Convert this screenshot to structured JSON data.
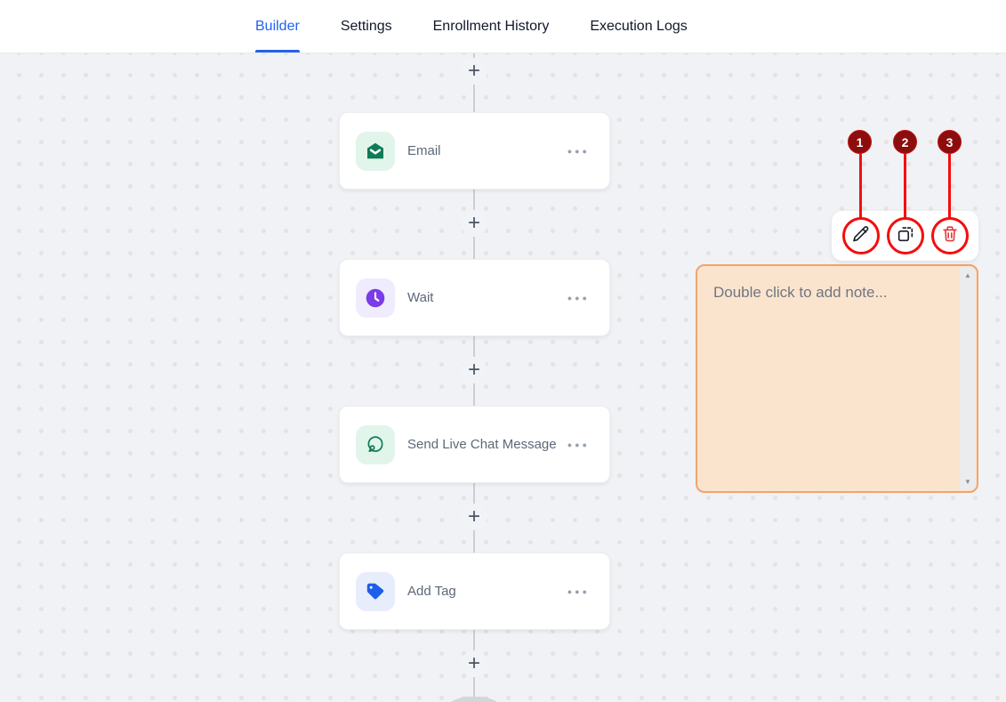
{
  "header": {
    "tabs": [
      {
        "label": "Builder",
        "active": true
      },
      {
        "label": "Settings",
        "active": false
      },
      {
        "label": "Enrollment History",
        "active": false
      },
      {
        "label": "Execution Logs",
        "active": false
      }
    ],
    "active_color": "#2463EB"
  },
  "workflow": {
    "add_step_glyph": "+",
    "nodes": [
      {
        "label": "Email",
        "icon": "email-envelope-icon",
        "icon_bg": "#E1F5EB",
        "icon_color": "#0F7B57",
        "menu_glyph": "●●●"
      },
      {
        "label": "Wait",
        "icon": "clock-icon",
        "icon_bg": "#EFECFD",
        "icon_color": "#7B3BEA",
        "menu_glyph": "●●●"
      },
      {
        "label": "Send Live Chat Message",
        "icon": "live-chat-icon",
        "icon_bg": "#E1F5EB",
        "icon_color": "#0F7B57",
        "menu_glyph": "●●●"
      },
      {
        "label": "Add Tag",
        "icon": "tag-icon",
        "icon_bg": "#E7EDFB",
        "icon_color": "#1F5EEA",
        "menu_glyph": "●●●"
      }
    ]
  },
  "note": {
    "placeholder": "Double click to add note...",
    "bg_color": "#FBE4CE",
    "border_color": "#F1A46E",
    "scroll_up_glyph": "▲",
    "scroll_down_glyph": "▼"
  },
  "toolbar": {
    "buttons": [
      {
        "name": "edit",
        "icon": "pencil-icon",
        "color": "#1B202B"
      },
      {
        "name": "duplicate",
        "icon": "duplicate-icon",
        "color": "#1B202B"
      },
      {
        "name": "delete",
        "icon": "trash-icon",
        "color": "#E23B3B"
      }
    ]
  },
  "annotations": {
    "circle_color": "#F50D0D",
    "badge_color": "#8C0D0D",
    "marks": [
      {
        "number": "1"
      },
      {
        "number": "2"
      },
      {
        "number": "3"
      }
    ]
  }
}
